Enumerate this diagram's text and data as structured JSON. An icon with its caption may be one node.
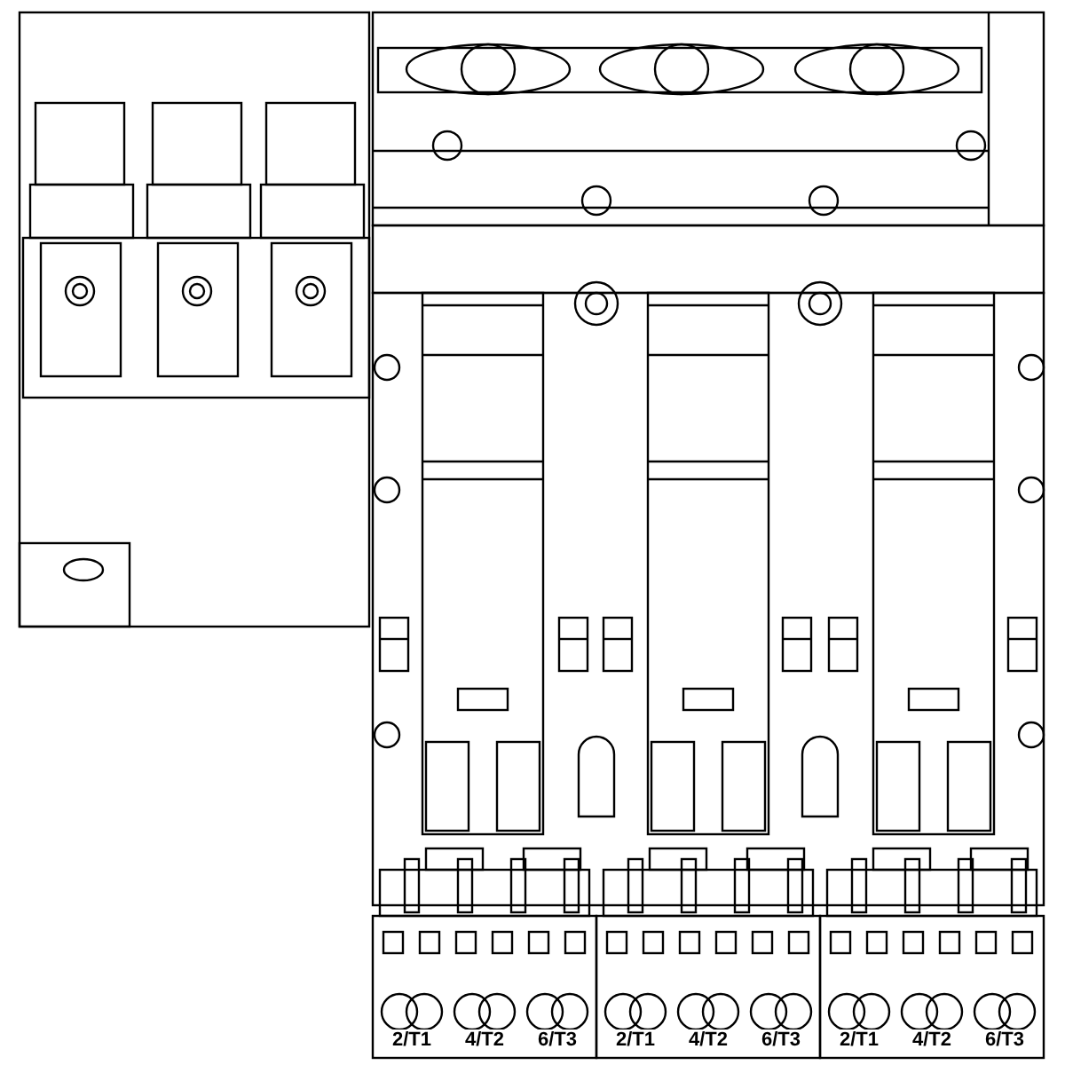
{
  "diagram": {
    "labels": [
      "2/T1",
      "4/T2",
      "6/T3",
      "2/T1",
      "4/T2",
      "6/T3",
      "2/T1",
      "4/T2",
      "6/T3"
    ]
  }
}
